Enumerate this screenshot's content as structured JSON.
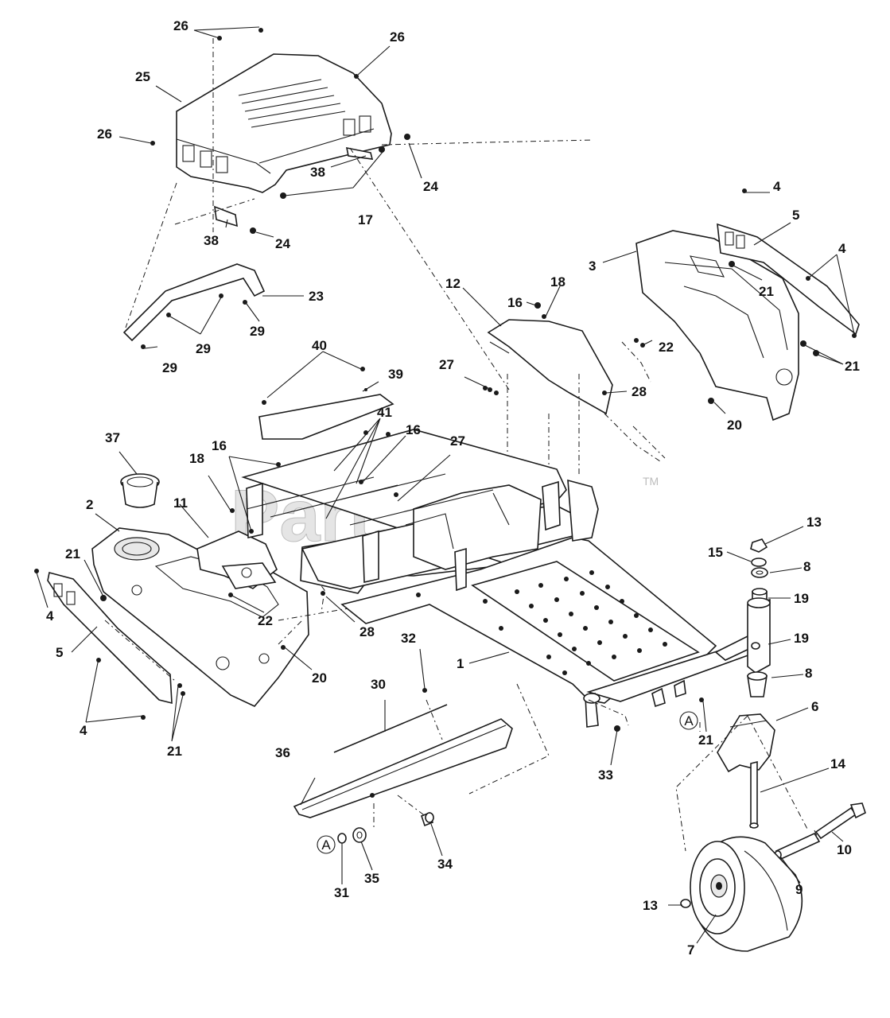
{
  "watermark": {
    "text": "PartsTree",
    "trademark": "TM"
  },
  "reference_marker": "A",
  "callouts": [
    {
      "id": "c-26a",
      "text": "26"
    },
    {
      "id": "c-26b",
      "text": "26"
    },
    {
      "id": "c-25",
      "text": "25"
    },
    {
      "id": "c-26c",
      "text": "26"
    },
    {
      "id": "c-38a",
      "text": "38"
    },
    {
      "id": "c-24a",
      "text": "24"
    },
    {
      "id": "c-17",
      "text": "17"
    },
    {
      "id": "c-38b",
      "text": "38"
    },
    {
      "id": "c-24b",
      "text": "24"
    },
    {
      "id": "c-23",
      "text": "23"
    },
    {
      "id": "c-29a",
      "text": "29"
    },
    {
      "id": "c-29b",
      "text": "29"
    },
    {
      "id": "c-29c",
      "text": "29"
    },
    {
      "id": "c-4a",
      "text": "4"
    },
    {
      "id": "c-5a",
      "text": "5"
    },
    {
      "id": "c-4b",
      "text": "4"
    },
    {
      "id": "c-3",
      "text": "3"
    },
    {
      "id": "c-21a",
      "text": "21"
    },
    {
      "id": "c-21b",
      "text": "21"
    },
    {
      "id": "c-22a",
      "text": "22"
    },
    {
      "id": "c-20a",
      "text": "20"
    },
    {
      "id": "c-12",
      "text": "12"
    },
    {
      "id": "c-18a",
      "text": "18"
    },
    {
      "id": "c-16a",
      "text": "16"
    },
    {
      "id": "c-27a",
      "text": "27"
    },
    {
      "id": "c-28a",
      "text": "28"
    },
    {
      "id": "c-40",
      "text": "40"
    },
    {
      "id": "c-39",
      "text": "39"
    },
    {
      "id": "c-41",
      "text": "41"
    },
    {
      "id": "c-16b",
      "text": "16"
    },
    {
      "id": "c-27b",
      "text": "27"
    },
    {
      "id": "c-37",
      "text": "37"
    },
    {
      "id": "c-16c",
      "text": "16"
    },
    {
      "id": "c-18b",
      "text": "18"
    },
    {
      "id": "c-2",
      "text": "2"
    },
    {
      "id": "c-11",
      "text": "11"
    },
    {
      "id": "c-21c",
      "text": "21"
    },
    {
      "id": "c-4c",
      "text": "4"
    },
    {
      "id": "c-22b",
      "text": "22"
    },
    {
      "id": "c-28b",
      "text": "28"
    },
    {
      "id": "c-5b",
      "text": "5"
    },
    {
      "id": "c-20b",
      "text": "20"
    },
    {
      "id": "c-4d",
      "text": "4"
    },
    {
      "id": "c-21d",
      "text": "21"
    },
    {
      "id": "c-32",
      "text": "32"
    },
    {
      "id": "c-1",
      "text": "1"
    },
    {
      "id": "c-30",
      "text": "30"
    },
    {
      "id": "c-36",
      "text": "36"
    },
    {
      "id": "c-13a",
      "text": "13"
    },
    {
      "id": "c-15",
      "text": "15"
    },
    {
      "id": "c-8a",
      "text": "8"
    },
    {
      "id": "c-19a",
      "text": "19"
    },
    {
      "id": "c-19b",
      "text": "19"
    },
    {
      "id": "c-8b",
      "text": "8"
    },
    {
      "id": "c-6",
      "text": "6"
    },
    {
      "id": "c-21e",
      "text": "21"
    },
    {
      "id": "c-33",
      "text": "33"
    },
    {
      "id": "c-14",
      "text": "14"
    },
    {
      "id": "c-10",
      "text": "10"
    },
    {
      "id": "c-9",
      "text": "9"
    },
    {
      "id": "c-34",
      "text": "34"
    },
    {
      "id": "c-31",
      "text": "31"
    },
    {
      "id": "c-35",
      "text": "35"
    },
    {
      "id": "c-13b",
      "text": "13"
    },
    {
      "id": "c-7",
      "text": "7"
    }
  ]
}
